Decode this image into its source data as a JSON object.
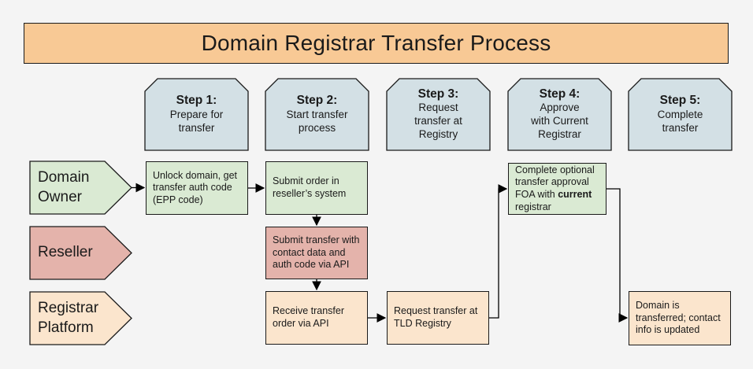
{
  "title": {
    "text": "Domain Registrar Transfer Process"
  },
  "colors": {
    "background": "#f4f4f4",
    "title_fill": "#f8c995",
    "step_fill": "#d3e0e5",
    "green_fill": "#daead3",
    "red_fill": "#e4b3ab",
    "orange_fill": "#fbe5cd",
    "border": "#1a1a1a"
  },
  "steps": [
    {
      "label": "Step 1:",
      "sublabel": "Prepare for\ntransfer"
    },
    {
      "label": "Step 2:",
      "sublabel": "Start transfer\nprocess"
    },
    {
      "label": "Step 3:",
      "sublabel": "Request\ntransfer at\nRegistry"
    },
    {
      "label": "Step 4:",
      "sublabel": "Approve\nwith Current\nRegistrar"
    },
    {
      "label": "Step 5:",
      "sublabel": "Complete\ntransfer"
    }
  ],
  "lanes": [
    {
      "id": "domain-owner",
      "label": "Domain Owner",
      "fill": "#daead3"
    },
    {
      "id": "reseller",
      "label": "Reseller",
      "fill": "#e4b3ab"
    },
    {
      "id": "registrar-platform",
      "label": "Registrar Platform",
      "fill": "#fbe5cd"
    }
  ],
  "nodes": [
    {
      "id": "unlock",
      "lane": "domain-owner",
      "step": 1,
      "fill": "#daead3",
      "text": "Unlock domain, get transfer auth code (EPP code)"
    },
    {
      "id": "submit-order",
      "lane": "domain-owner",
      "step": 2,
      "fill": "#daead3",
      "text": "Submit order in reseller’s system"
    },
    {
      "id": "submit-transfer",
      "lane": "reseller",
      "step": 2,
      "fill": "#e4b3ab",
      "text": "Submit transfer with contact data and auth code via API"
    },
    {
      "id": "receive-order",
      "lane": "registrar-platform",
      "step": 2,
      "fill": "#fbe5cd",
      "text": "Receive transfer order via API"
    },
    {
      "id": "request-tld",
      "lane": "registrar-platform",
      "step": 3,
      "fill": "#fbe5cd",
      "text": "Request transfer at TLD Registry"
    },
    {
      "id": "foa",
      "lane": "domain-owner",
      "step": 4,
      "fill": "#daead3",
      "text_before": "Complete optional transfer approval FOA with ",
      "text_bold": "current",
      "text_after": " registrar"
    },
    {
      "id": "done",
      "lane": "registrar-platform",
      "step": 5,
      "fill": "#fbe5cd",
      "text": "Domain is transferred; contact info is updated"
    }
  ],
  "edges": [
    {
      "from": "domain-owner-lane",
      "to": "unlock"
    },
    {
      "from": "unlock",
      "to": "submit-order"
    },
    {
      "from": "submit-order",
      "to": "submit-transfer"
    },
    {
      "from": "submit-transfer",
      "to": "receive-order"
    },
    {
      "from": "receive-order",
      "to": "request-tld"
    },
    {
      "from": "request-tld",
      "to": "foa"
    },
    {
      "from": "foa",
      "to": "done"
    }
  ]
}
